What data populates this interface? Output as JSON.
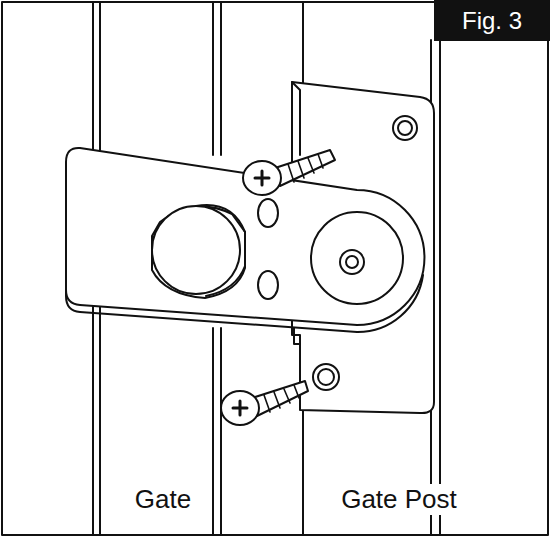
{
  "diagram": {
    "nodes": [
      {
        "text": [
          "Fig. 3"
        ]
      }
    ],
    "labels": [
      "Gate",
      "Gate Post"
    ]
  }
}
